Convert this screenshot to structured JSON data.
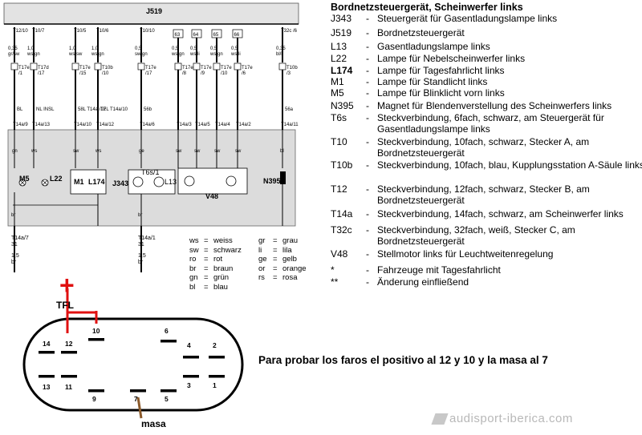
{
  "diagram": {
    "top_unit_label": "J519",
    "top_pins": [
      {
        "pin": "T12/10",
        "gauge": "0,35",
        "color": "gr/sw",
        "conn": "T17e",
        "conn_pin": "/1",
        "box_label": "BL",
        "box_pin": "T14a/9"
      },
      {
        "pin": "T10/7",
        "gauge": "1,0",
        "color": "ws/gn",
        "conn": "T17d",
        "conn_pin": "/17",
        "box_label": "NL INSL",
        "box_pin": "T14a/13"
      },
      {
        "pin": "T10/5",
        "gauge": "1,0",
        "color": "ws/sw",
        "conn": "T17e",
        "conn_pin": "/15",
        "box_label": "58L T14a /12",
        "box_pin": "T14a/10"
      },
      {
        "pin": "T10/6",
        "gauge": "1,0",
        "color": "ws/gn",
        "conn": "T10b",
        "conn_pin": "/10",
        "box_label": "TFL T14a/10",
        "box_pin": "T14a/12"
      },
      {
        "pin": "T10/10",
        "gauge": "0,5",
        "color": "sw/gn",
        "conn": "T17e",
        "conn_pin": "/17",
        "box_label": "56b",
        "box_pin": "T14a/6"
      },
      {
        "pin": "63",
        "gauge": "0,5",
        "color": "ws/gn",
        "conn": "T17e",
        "conn_pin": "/8",
        "box_label": "",
        "box_pin": "T14a/3"
      },
      {
        "pin": "64",
        "gauge": "0,5",
        "color": "ws/li",
        "conn": "T17e",
        "conn_pin": "/9",
        "box_label": "",
        "box_pin": "T14a/5"
      },
      {
        "pin": "65",
        "gauge": "0,5",
        "color": "ws/gn",
        "conn": "T17e",
        "conn_pin": "/10",
        "box_label": "",
        "box_pin": "T14a/4"
      },
      {
        "pin": "66",
        "gauge": "0,5",
        "color": "ws/li",
        "conn": "T17e",
        "conn_pin": "/6",
        "box_label": "",
        "box_pin": "T14a/2"
      },
      {
        "pin": "T32c /6",
        "gauge": "0,35",
        "color": "bl/li",
        "conn": "T10b",
        "conn_pin": "/3",
        "box_label": "56a",
        "box_pin": "T14a/11"
      }
    ],
    "box_wire_colors": [
      "gn",
      "ws",
      "sw",
      "ws",
      "ge",
      "sw",
      "sw",
      "sw",
      "sw",
      "bl"
    ],
    "components": {
      "m5": "M5",
      "l22": "L22",
      "m1": "M1",
      "l174": "L174",
      "j343": "J343",
      "t6s": "T6s/1",
      "l13": "L13",
      "v48": "V48",
      "n395": "N395"
    },
    "bottom_pins": [
      {
        "pin": "T14a/7",
        "num": "31",
        "gauge": "1,5",
        "color": "br"
      },
      {
        "pin": "T14a/1",
        "num": "31",
        "gauge": "1,5",
        "color": "br"
      }
    ],
    "ground_wire": "br"
  },
  "colors_legend": [
    [
      "ws",
      "=",
      "weiss"
    ],
    [
      "sw",
      "=",
      "schwarz"
    ],
    [
      "ro",
      "=",
      "rot"
    ],
    [
      "br",
      "=",
      "braun"
    ],
    [
      "gn",
      "=",
      "grün"
    ],
    [
      "bl",
      "=",
      "blau"
    ],
    [
      "gr",
      "=",
      "grau"
    ],
    [
      "li",
      "=",
      "lila"
    ],
    [
      "ge",
      "=",
      "gelb"
    ],
    [
      "or",
      "=",
      "orange"
    ],
    [
      "rs",
      "=",
      "rosa"
    ]
  ],
  "legend": {
    "title": "Bordnetzsteuergerät, Scheinwerfer links",
    "items": [
      {
        "code": "J343",
        "text": "Steuergerät für Gasentladungslampe links"
      },
      {
        "code": "J519",
        "text": "Bordnetzsteuergerät"
      },
      {
        "code": "L13",
        "text": "Gasentladungslampe links"
      },
      {
        "code": "L22",
        "text": "Lampe für Nebelscheinwerfer links"
      },
      {
        "code": "L174",
        "text": "Lampe für Tagesfahrlicht links"
      },
      {
        "code": "M1",
        "text": "Lampe für Standlicht links"
      },
      {
        "code": "M5",
        "text": "Lampe für Blinklicht vorn links"
      },
      {
        "code": "N395",
        "text": "Magnet für Blendenverstellung des Scheinwerfers links"
      },
      {
        "code": "T6s",
        "text": "Steckverbindung, 6fach, schwarz, am Steuergerät für Gasentladungslampe links"
      },
      {
        "code": "T10",
        "text": "Steckverbindung, 10fach, schwarz, Stecker A, am Bordnetzsteuergerät"
      },
      {
        "code": "T10b",
        "text": "Steckverbindung, 10fach, blau, Kupplungsstation A-Säule links"
      },
      {
        "code": "T12",
        "text": "Steckverbindung, 12fach, schwarz, Stecker B, am Bordnetzsteuergerät"
      },
      {
        "code": "T14a",
        "text": "Steckverbindung, 14fach, schwarz, am Scheinwerfer links"
      },
      {
        "code": "T32c",
        "text": "Steckverbindung, 32fach, weiß, Stecker C, am Bordnetzsteuergerät"
      },
      {
        "code": "V48",
        "text": "Stellmotor links für Leuchtweitenregelung"
      },
      {
        "code": "*",
        "text": "Fahrzeuge mit Tagesfahrlicht"
      },
      {
        "code": "**",
        "text": "Änderung einfließend"
      }
    ]
  },
  "connector": {
    "pins_top": [
      "14",
      "12",
      "10",
      "6",
      "4",
      "2"
    ],
    "pins_bottom": [
      "13",
      "11",
      "9",
      "7",
      "5",
      "3",
      "1"
    ],
    "tfl_label": "TFL",
    "plus_symbol": "+",
    "masa_label": "masa"
  },
  "instruction": "Para probar los faros el positivo al 12 y 10 y la masa al 7",
  "watermark": "audisport-iberica.com",
  "accent_colors": {
    "red": "#e01010",
    "brown": "#8b5a2b",
    "grey_box": "#dcdcdc"
  }
}
